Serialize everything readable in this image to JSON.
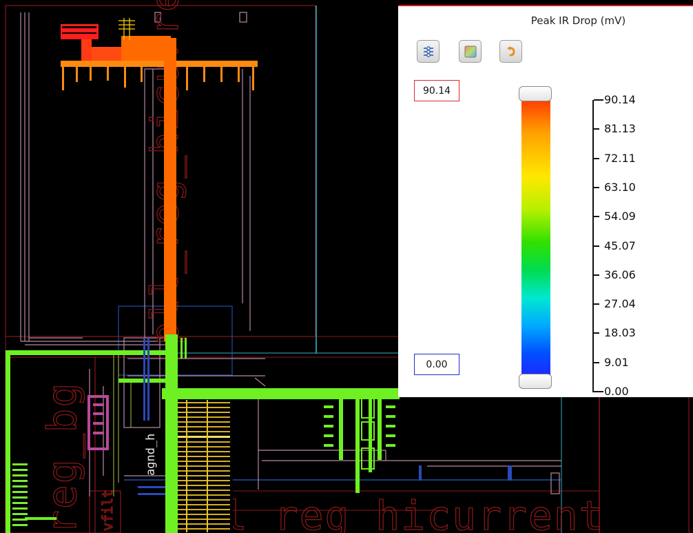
{
  "legend": {
    "title": "Peak IR Drop (mV)",
    "max_value": "90.14",
    "min_value": "0.00",
    "ticks": [
      "90.14",
      "81.13",
      "72.11",
      "63.10",
      "54.09",
      "45.07",
      "36.06",
      "27.04",
      "18.03",
      "9.01",
      "0.00"
    ],
    "toolbar": [
      {
        "icon": "layer-settings-icon"
      },
      {
        "icon": "colormap-icon"
      },
      {
        "icon": "reset-icon"
      }
    ],
    "colors": {
      "max_box_border": "#d62a2a",
      "min_box_border": "#1c2fc8"
    }
  },
  "layout_labels": {
    "reg_bg": "reg_bg",
    "hicurrent_top": "pll_reg_hicurrent",
    "hicurrent_bottom": "pll_reg_hicurrent",
    "agnd": "agnd_h",
    "vfilt": "vfilt"
  },
  "colors": {
    "background": "#000000",
    "hot_net": "#ff6a00",
    "warm_net": "#ff3a14",
    "cool_net": "#6ef022",
    "outline_red": "#8a1818",
    "outline_blue": "#1f4fa8",
    "outline_pink": "#b88aa8",
    "outline_teal": "#2a8fa0"
  }
}
